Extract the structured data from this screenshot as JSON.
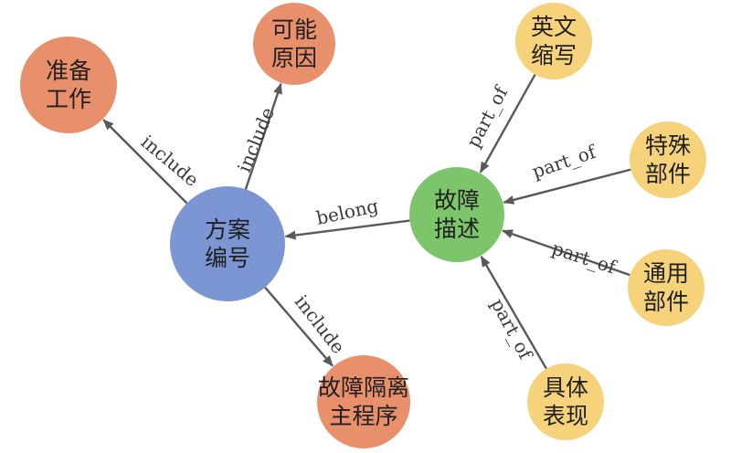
{
  "colors": {
    "concept": "#e8906c",
    "solution": "#7b96d3",
    "fault": "#7dc56b",
    "attribute": "#f6d27b",
    "edge": "#595959"
  },
  "nodes": {
    "prep_work": {
      "lines": [
        "准备",
        "工作"
      ],
      "category": "concept"
    },
    "possible_cause": {
      "lines": [
        "可能",
        "原因"
      ],
      "category": "concept"
    },
    "isolation_program": {
      "lines": [
        "故障隔离",
        "主程序"
      ],
      "category": "concept"
    },
    "solution_id": {
      "lines": [
        "方案",
        "编号"
      ],
      "category": "solution"
    },
    "fault_description": {
      "lines": [
        "故障",
        "描述"
      ],
      "category": "fault"
    },
    "abbreviation": {
      "lines": [
        "英文",
        "缩写"
      ],
      "category": "attribute"
    },
    "special_part": {
      "lines": [
        "特殊",
        "部件"
      ],
      "category": "attribute"
    },
    "common_part": {
      "lines": [
        "通用",
        "部件"
      ],
      "category": "attribute"
    },
    "symptom": {
      "lines": [
        "具体",
        "表现"
      ],
      "category": "attribute"
    }
  },
  "edges": [
    {
      "id": "e1",
      "source": "solution_id",
      "target": "prep_work",
      "label": "include"
    },
    {
      "id": "e2",
      "source": "solution_id",
      "target": "possible_cause",
      "label": "include"
    },
    {
      "id": "e3",
      "source": "solution_id",
      "target": "isolation_program",
      "label": "include"
    },
    {
      "id": "e4",
      "source": "fault_description",
      "target": "solution_id",
      "label": "belong"
    },
    {
      "id": "e5",
      "source": "abbreviation",
      "target": "fault_description",
      "label": "part_of"
    },
    {
      "id": "e6",
      "source": "special_part",
      "target": "fault_description",
      "label": "part_of"
    },
    {
      "id": "e7",
      "source": "common_part",
      "target": "fault_description",
      "label": "part_of"
    },
    {
      "id": "e8",
      "source": "symptom",
      "target": "fault_description",
      "label": "part_of"
    }
  ]
}
